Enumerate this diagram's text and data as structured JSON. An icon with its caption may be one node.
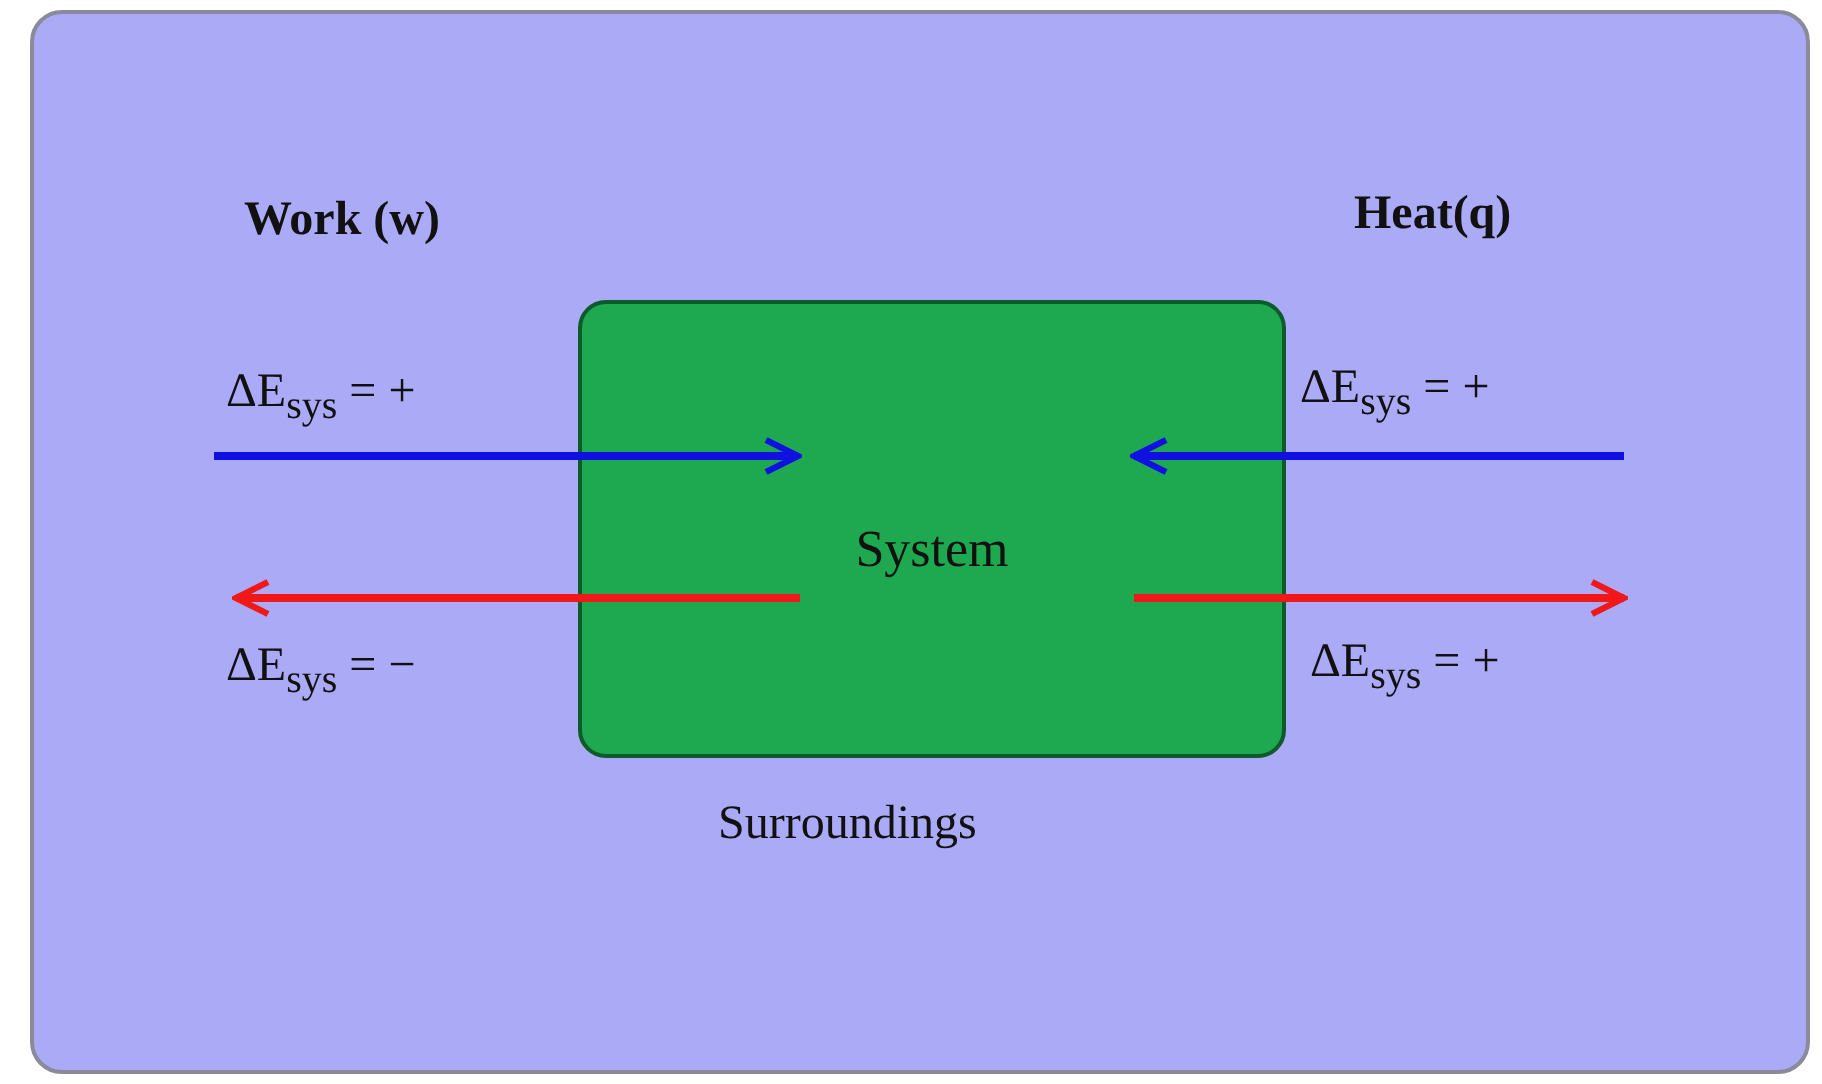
{
  "diagram": {
    "nodes": [
      {
        "text": [
          "Surroundings"
        ]
      },
      {
        "text": [
          "System"
        ],
        "in": 0
      }
    ],
    "edges": [
      {
        "from": null,
        "to": 1,
        "arrow": "to",
        "color": "#1010e0",
        "label": "ΔE$_{sys}$ = +"
      },
      {
        "from": null,
        "to": 1,
        "arrow": "to",
        "color": "#1010e0",
        "label": "ΔE$_{sys}$ = +"
      },
      {
        "from": 1,
        "to": null,
        "arrow": "to",
        "color": "#f01818",
        "label": "ΔE$_{sys}$ = −"
      },
      {
        "from": 1,
        "to": null,
        "arrow": "to",
        "color": "#f01818",
        "label": "ΔE$_{sys}$ = +"
      }
    ],
    "labels": [
      "Work (w)",
      "Heat(q)"
    ]
  }
}
